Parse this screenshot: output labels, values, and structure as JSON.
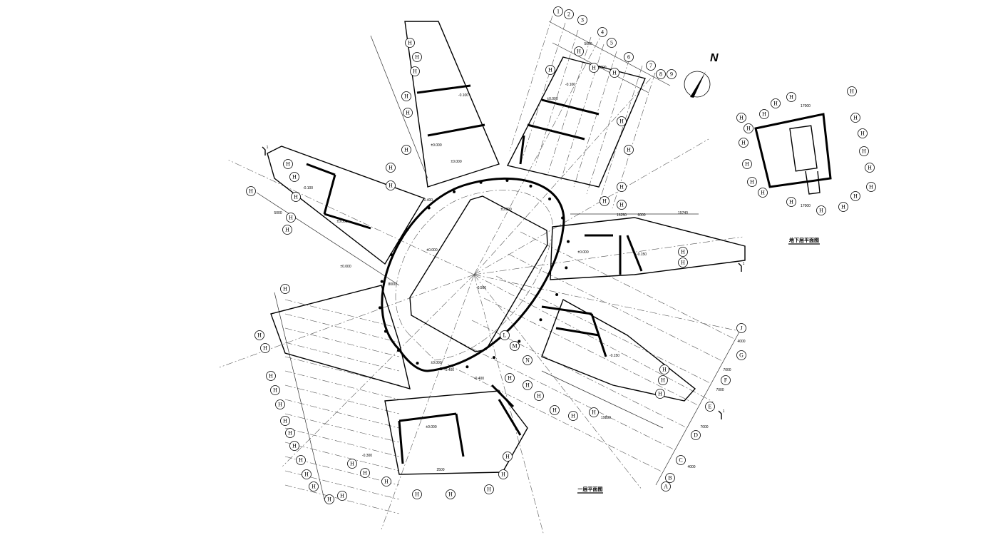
{
  "drawing": {
    "main_title": "一层平面图",
    "basement_title": "地下层平面图",
    "north_label": "N",
    "axis_numbers": [
      "1",
      "2",
      "3",
      "4",
      "5",
      "6",
      "7",
      "8",
      "9"
    ],
    "axis_letters": [
      "A",
      "B",
      "C",
      "D",
      "E",
      "F",
      "G",
      "J",
      "L",
      "M",
      "N"
    ],
    "axis_generic": "H",
    "elevations": [
      "±0.000",
      "-0.100",
      "-0.400",
      "-0.500",
      "-0.150",
      "-0.300"
    ],
    "dimensions": [
      "3000",
      "5000",
      "7000",
      "4000",
      "16250",
      "15740",
      "6000",
      "2500",
      "19890",
      "8000",
      "17000"
    ],
    "section_mark": "1"
  }
}
